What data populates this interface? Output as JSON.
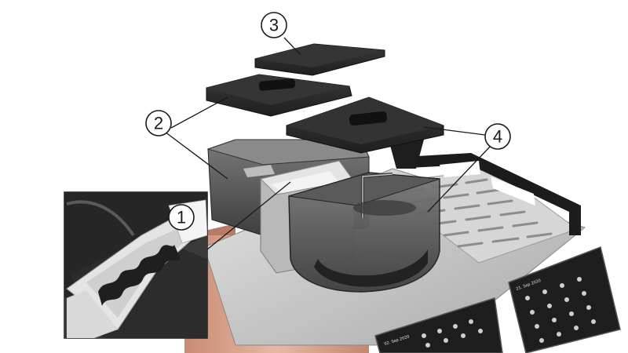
{
  "callouts": [
    {
      "id": "1",
      "label": "1"
    },
    {
      "id": "2",
      "label": "2"
    },
    {
      "id": "3",
      "label": "3"
    },
    {
      "id": "4",
      "label": "4"
    }
  ],
  "colors": {
    "lid_dark": "#2b2b2b",
    "container_gray": "#6b6b6b",
    "steel": "#c9c9c9",
    "copper": "#d9a58c",
    "panel_black": "#1e1e1e"
  },
  "screens": {
    "left_date": "02. Sep 2020",
    "right_date": "21. Sep 2020"
  }
}
